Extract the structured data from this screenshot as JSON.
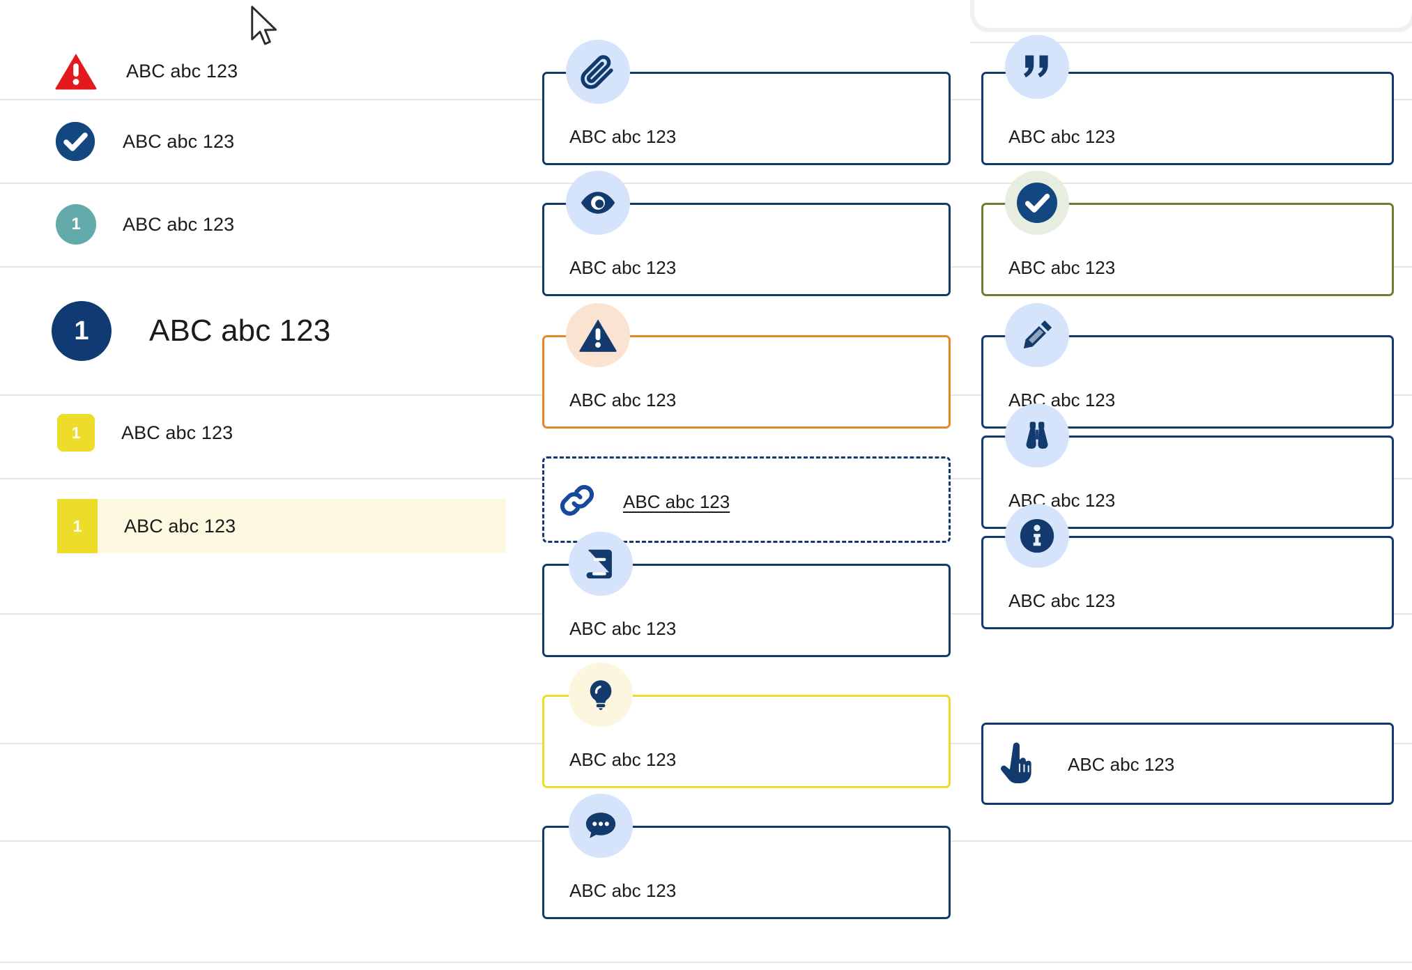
{
  "page": {
    "sample_text": "ABC abc 123"
  },
  "left_panel": {
    "rows": [
      {
        "id": "alert-error",
        "icon": "warning-triangle-icon",
        "icon_style": "triangle-red",
        "badge_text": "",
        "label": "ABC abc 123",
        "label_size": "normal",
        "highlighted": false,
        "badge_color": "#e3191d"
      },
      {
        "id": "alert-success",
        "icon": "check-circle-icon",
        "icon_style": "circle-navy",
        "badge_text": "",
        "label": "ABC abc 123",
        "label_size": "normal",
        "highlighted": false,
        "badge_color": "#12477f"
      },
      {
        "id": "step-teal",
        "icon": "number-badge-icon",
        "icon_style": "circle-teal",
        "badge_text": "1",
        "label": "ABC abc 123",
        "label_size": "normal",
        "highlighted": false,
        "badge_color": "#63aaab"
      },
      {
        "id": "step-primary",
        "icon": "number-badge-icon",
        "icon_style": "circle-navy-large",
        "badge_text": "1",
        "label": "ABC abc 123",
        "label_size": "large",
        "highlighted": false,
        "badge_color": "#103a74"
      },
      {
        "id": "step-yellow",
        "icon": "number-badge-icon",
        "icon_style": "square-yellow",
        "badge_text": "1",
        "label": "ABC abc 123",
        "label_size": "normal",
        "highlighted": false,
        "badge_color": "#eedc2b"
      },
      {
        "id": "step-yellow-hl",
        "icon": "number-badge-icon",
        "icon_style": "square-yellow-flat",
        "badge_text": "1",
        "label": "ABC abc 123",
        "label_size": "normal",
        "highlighted": true,
        "badge_color": "#eedc2b",
        "highlight_color": "#fdf9e0"
      }
    ]
  },
  "middle_column": {
    "cards": [
      {
        "id": "attachment-card",
        "icon": "paperclip-icon",
        "icon_bg": "#d6e4fb",
        "border_color": "#123a6d",
        "border_style": "solid",
        "label": "ABC abc 123",
        "layout": "stacked"
      },
      {
        "id": "preview-card",
        "icon": "eye-icon",
        "icon_bg": "#d6e4fb",
        "border_color": "#123a6d",
        "border_style": "solid",
        "label": "ABC abc 123",
        "layout": "stacked"
      },
      {
        "id": "warning-card",
        "icon": "warning-triangle-icon",
        "icon_bg": "#fbe3d2",
        "border_color": "#e8862b",
        "border_style": "solid",
        "label": "ABC abc 123",
        "layout": "stacked"
      },
      {
        "id": "link-card",
        "icon": "link-icon",
        "icon_bg": "none",
        "border_color": "#123a6d",
        "border_style": "dashed",
        "label": "ABC abc 123",
        "layout": "inline",
        "underline": true
      },
      {
        "id": "reference-card",
        "icon": "book-icon",
        "icon_bg": "#d6e4fb",
        "border_color": "#123a6d",
        "border_style": "solid",
        "label": "ABC abc 123",
        "layout": "stacked"
      },
      {
        "id": "tip-card",
        "icon": "lightbulb-icon",
        "icon_bg": "#fbf6dd",
        "border_color": "#ebdb2e",
        "border_style": "solid",
        "label": "ABC abc 123",
        "layout": "stacked"
      },
      {
        "id": "comment-card",
        "icon": "chat-bubble-icon",
        "icon_bg": "#d6e4fb",
        "border_color": "#123a6d",
        "border_style": "solid",
        "label": "ABC abc 123",
        "layout": "stacked"
      }
    ]
  },
  "right_column": {
    "cards": [
      {
        "id": "quote-card",
        "icon": "quote-icon",
        "icon_bg": "#d6e4fb",
        "border_color": "#123a6d",
        "border_style": "solid",
        "label": "ABC abc 123",
        "layout": "stacked"
      },
      {
        "id": "success-card",
        "icon": "check-circle-icon",
        "icon_bg": "#e7eddf",
        "border_color": "#6f7c33",
        "border_style": "solid",
        "label": "ABC abc 123",
        "layout": "stacked"
      },
      {
        "id": "edit-card",
        "icon": "pencil-icon",
        "icon_bg": "#d6e4fb",
        "border_color": "#123a6d",
        "border_style": "solid",
        "label": "ABC abc 123",
        "layout": "stacked"
      },
      {
        "id": "explore-card",
        "icon": "binoculars-icon",
        "icon_bg": "#d6e4fb",
        "border_color": "#123a6d",
        "border_style": "solid",
        "label": "ABC abc 123",
        "layout": "stacked"
      },
      {
        "id": "info-card",
        "icon": "info-circle-icon",
        "icon_bg": "#d6e4fb",
        "border_color": "#123a6d",
        "border_style": "solid",
        "label": "ABC abc 123",
        "layout": "stacked"
      },
      {
        "id": "action-card",
        "icon": "hand-pointer-icon",
        "icon_bg": "none",
        "border_color": "#123a6d",
        "border_style": "solid",
        "label": "ABC abc 123",
        "layout": "inline"
      }
    ]
  },
  "colors": {
    "navy": "#123a6d",
    "navy_deep": "#103a74",
    "icon_bubble_blue": "#d6e4fb",
    "icon_bubble_peach": "#fbe3d2",
    "icon_bubble_mint": "#e7eddf",
    "icon_bubble_cream": "#fbf6dd",
    "alert_red": "#e3191d",
    "warning_orange": "#e8862b",
    "olive": "#6f7c33",
    "yellow": "#ebdb2e",
    "teal": "#63aaab",
    "highlight_band": "#fdf9e0",
    "rule_grey": "#e6e6e6"
  },
  "cursor": {
    "type": "arrow-pointer"
  }
}
